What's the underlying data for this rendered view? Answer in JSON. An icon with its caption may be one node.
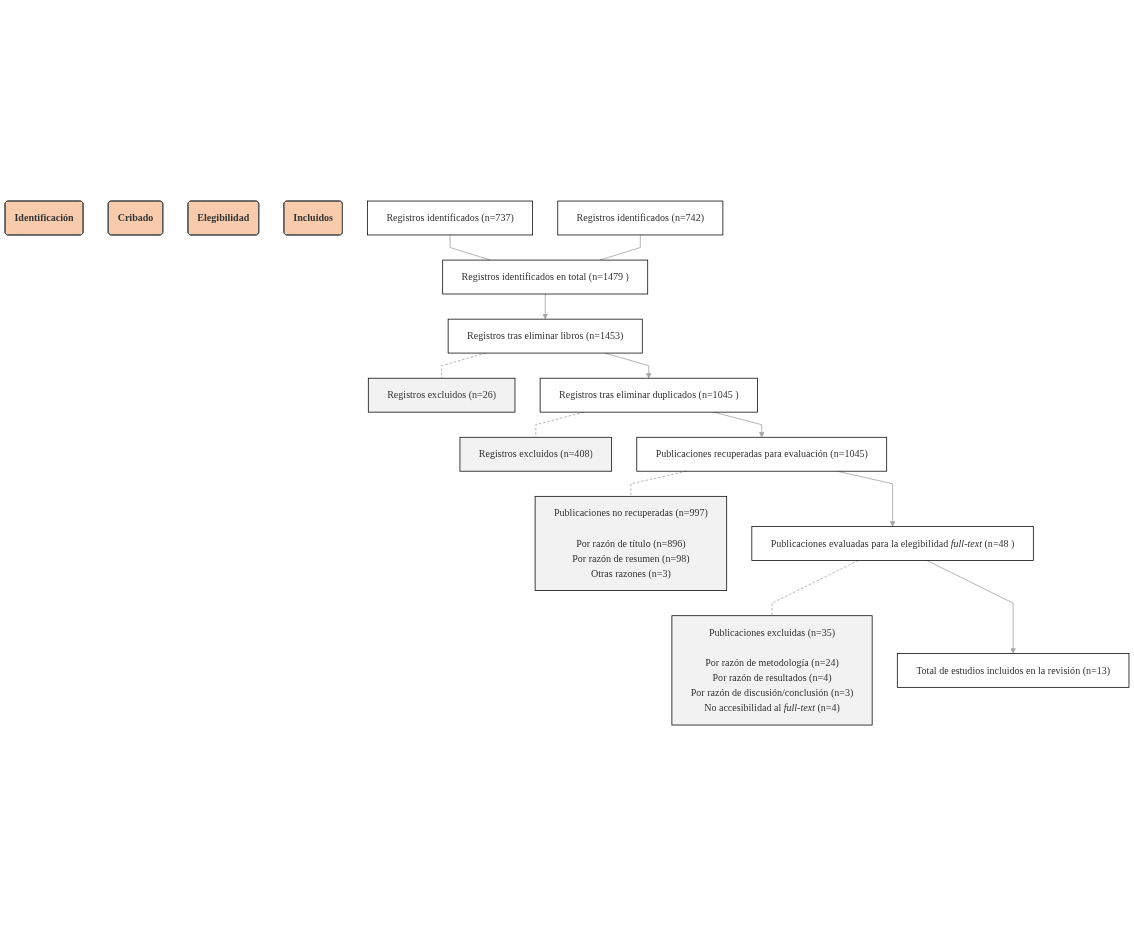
{
  "diagram": {
    "nodes": [
      {
        "text": [
          "Identificación"
        ]
      },
      {
        "text": [
          "Cribado"
        ]
      },
      {
        "text": [
          "Elegibilidad"
        ]
      },
      {
        "text": [
          "Incluidos"
        ]
      },
      {
        "text": [
          "Registros identificados (n=737)"
        ]
      },
      {
        "text": [
          "Registros identificados (n=742)"
        ]
      },
      {
        "text": [
          "Registros identificados en total (n=1479 )"
        ]
      },
      {
        "text": [
          "Registros tras eliminar libros (n=1453)"
        ]
      },
      {
        "text": [
          "Registros excluidos (n=26)"
        ]
      },
      {
        "text": [
          "Registros tras eliminar duplicados (n=1045 )"
        ]
      },
      {
        "text": [
          "Registros excluidos (n=408)"
        ]
      },
      {
        "text": [
          "Publicaciones recuperadas para evaluación (n=1045)"
        ]
      },
      {
        "text": [
          "Publicaciones no recuperadas (n=997)",
          "Por razón de título (n=896)",
          "Por razón de resumen (n=98)",
          "Otras razones (n=3)"
        ]
      },
      {
        "text": [
          "Publicaciones evaluadas para la elegibilidad *full-text* (n=48 )"
        ]
      },
      {
        "text": [
          "Publicaciones excluidas (n=35)",
          "Por razón de metodología (n=24)",
          "Por razón de resultados (n=4)",
          "Por razón de discusión/conclusión (n=3)",
          "No accesibilidad al *full-text* (n=4)"
        ]
      },
      {
        "text": [
          "Total de estudios incluidos en la revisión (n=13)"
        ]
      }
    ],
    "edges": [
      {
        "from": 4,
        "to": 6,
        "arrow": "none"
      },
      {
        "from": 5,
        "to": 6,
        "arrow": "none"
      },
      {
        "from": 6,
        "to": 7,
        "arrow": "to"
      },
      {
        "from": 7,
        "to": 8,
        "arrow": "none",
        "style": "dashed"
      },
      {
        "from": 7,
        "to": 9,
        "arrow": "to"
      },
      {
        "from": 9,
        "to": 10,
        "arrow": "none",
        "style": "dashed"
      },
      {
        "from": 9,
        "to": 11,
        "arrow": "to"
      },
      {
        "from": 11,
        "to": 12,
        "arrow": "none",
        "style": "dashed"
      },
      {
        "from": 11,
        "to": 13,
        "arrow": "to"
      },
      {
        "from": 13,
        "to": 14,
        "arrow": "none",
        "style": "dashed"
      },
      {
        "from": 13,
        "to": 15,
        "arrow": "to"
      }
    ]
  }
}
